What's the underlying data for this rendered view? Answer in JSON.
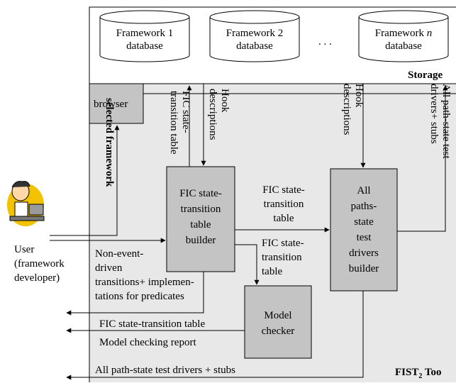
{
  "storage": {
    "label": "Storage",
    "databases": [
      {
        "line1": "Framework 1",
        "line2": "database"
      },
      {
        "line1": "Framework 2",
        "line2": "database"
      },
      {
        "line1": "Framework ",
        "italic": "n",
        "line2": "database"
      }
    ],
    "ellipsis": ". . ."
  },
  "tool": {
    "label_prefix": "FIST",
    "label_sub": "2",
    "label_suffix": " Too"
  },
  "browser": {
    "label": "browser"
  },
  "user": {
    "line1": "User",
    "line2": "(framework",
    "line3": "developer)"
  },
  "boxes": {
    "fic_builder": [
      "FIC state-",
      "transition",
      "table",
      "builder"
    ],
    "model_checker": [
      "Model",
      "checker"
    ],
    "all_paths_builder": [
      "All",
      "paths-",
      "state",
      "test",
      "drivers",
      "builder"
    ]
  },
  "vertical_labels": {
    "selected_framework": "selected framework",
    "fic_table": [
      "FIC state-",
      "transition table"
    ],
    "hook_desc_1": [
      "Hook",
      "descriptions"
    ],
    "hook_desc_2": [
      "Hook",
      "descriptions"
    ],
    "all_path_state": [
      "All path-state test",
      "drivers+ stubs"
    ]
  },
  "flow_labels": {
    "fic_to_all": [
      "FIC state-",
      "transition",
      "table"
    ],
    "fic_to_checker": [
      "FIC state-",
      "transition",
      "table"
    ],
    "non_event": [
      "Non-event-",
      "driven",
      "transitions+ implemen-",
      "tations for predicates"
    ],
    "fic_out": "FIC state-transition table",
    "mc_report": "Model checking report",
    "all_out": "All path-state test drivers + stubs"
  }
}
